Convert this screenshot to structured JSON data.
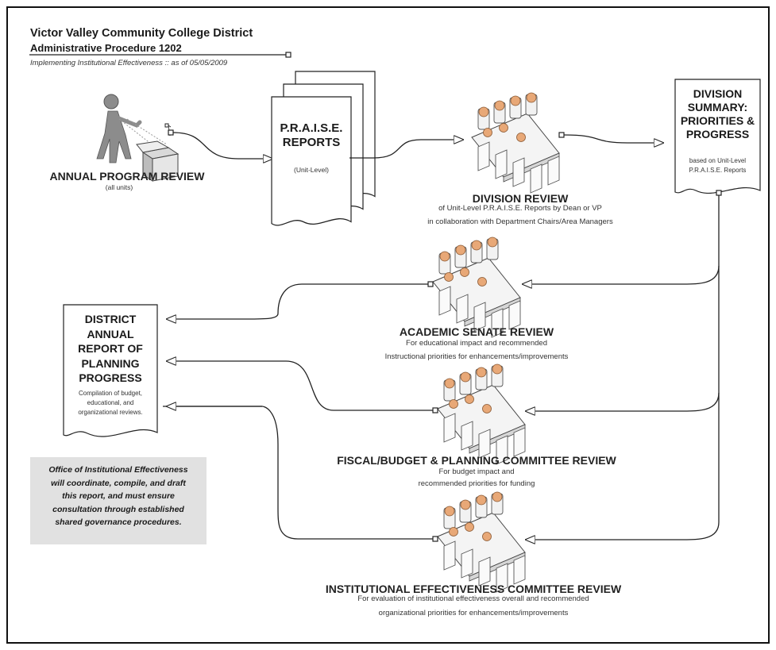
{
  "header": {
    "org": "Victor Valley Community College District",
    "procedure": "Administrative Procedure 1202",
    "subtitle": "Implementing Institutional Effectiveness :: as of 05/05/2009"
  },
  "annual_program_review": {
    "title": "ANNUAL PROGRAM REVIEW",
    "note": "(all units)"
  },
  "praise_reports": {
    "title_line1": "P.R.A.I.S.E.",
    "title_line2": "REPORTS",
    "note": "(Unit-Level)"
  },
  "division_review": {
    "title": "DIVISION REVIEW",
    "line1": "of Unit-Level P.R.A.I.S.E. Reports by Dean or VP",
    "line2": "in collaboration with Department Chairs/Area Managers"
  },
  "division_summary": {
    "line1": "DIVISION",
    "line2": "SUMMARY:",
    "line3": "PRIORITIES &",
    "line4": "PROGRESS",
    "note1": "based on Unit-Level",
    "note2": "P.R.A.I.S.E. Reports"
  },
  "academic_senate_review": {
    "title": "ACADEMIC SENATE REVIEW",
    "line1": "For educational impact and recommended",
    "line2": "Instructional priorities for enhancements/improvements"
  },
  "fiscal_review": {
    "title": "FISCAL/BUDGET & PLANNING COMMITTEE REVIEW",
    "line1": "For budget impact and",
    "line2": "recommended priorities for funding"
  },
  "ie_review": {
    "title": "INSTITUTIONAL EFFECTIVENESS COMMITTEE REVIEW",
    "line1": "For evaluation of institutional effectiveness overall and recommended",
    "line2": "organizational priorities for enhancements/improvements"
  },
  "district_report": {
    "line1": "DISTRICT",
    "line2": "ANNUAL",
    "line3": "REPORT OF",
    "line4": "PLANNING",
    "line5": "PROGRESS",
    "note1": "Compilation of budget,",
    "note2": "educational, and",
    "note3": "organizational reviews."
  },
  "office_note": {
    "line1": "Office of Institutional Effectiveness",
    "line2": "will coordinate, compile, and draft",
    "line3": "this report, and must ensure",
    "line4": "consultation through established",
    "line5": "shared governance procedures."
  },
  "colors": {
    "person_skin": "#e8a877",
    "chair": "#f2f2f2",
    "stroke": "#222222",
    "note_bg": "#e1e1e1"
  }
}
